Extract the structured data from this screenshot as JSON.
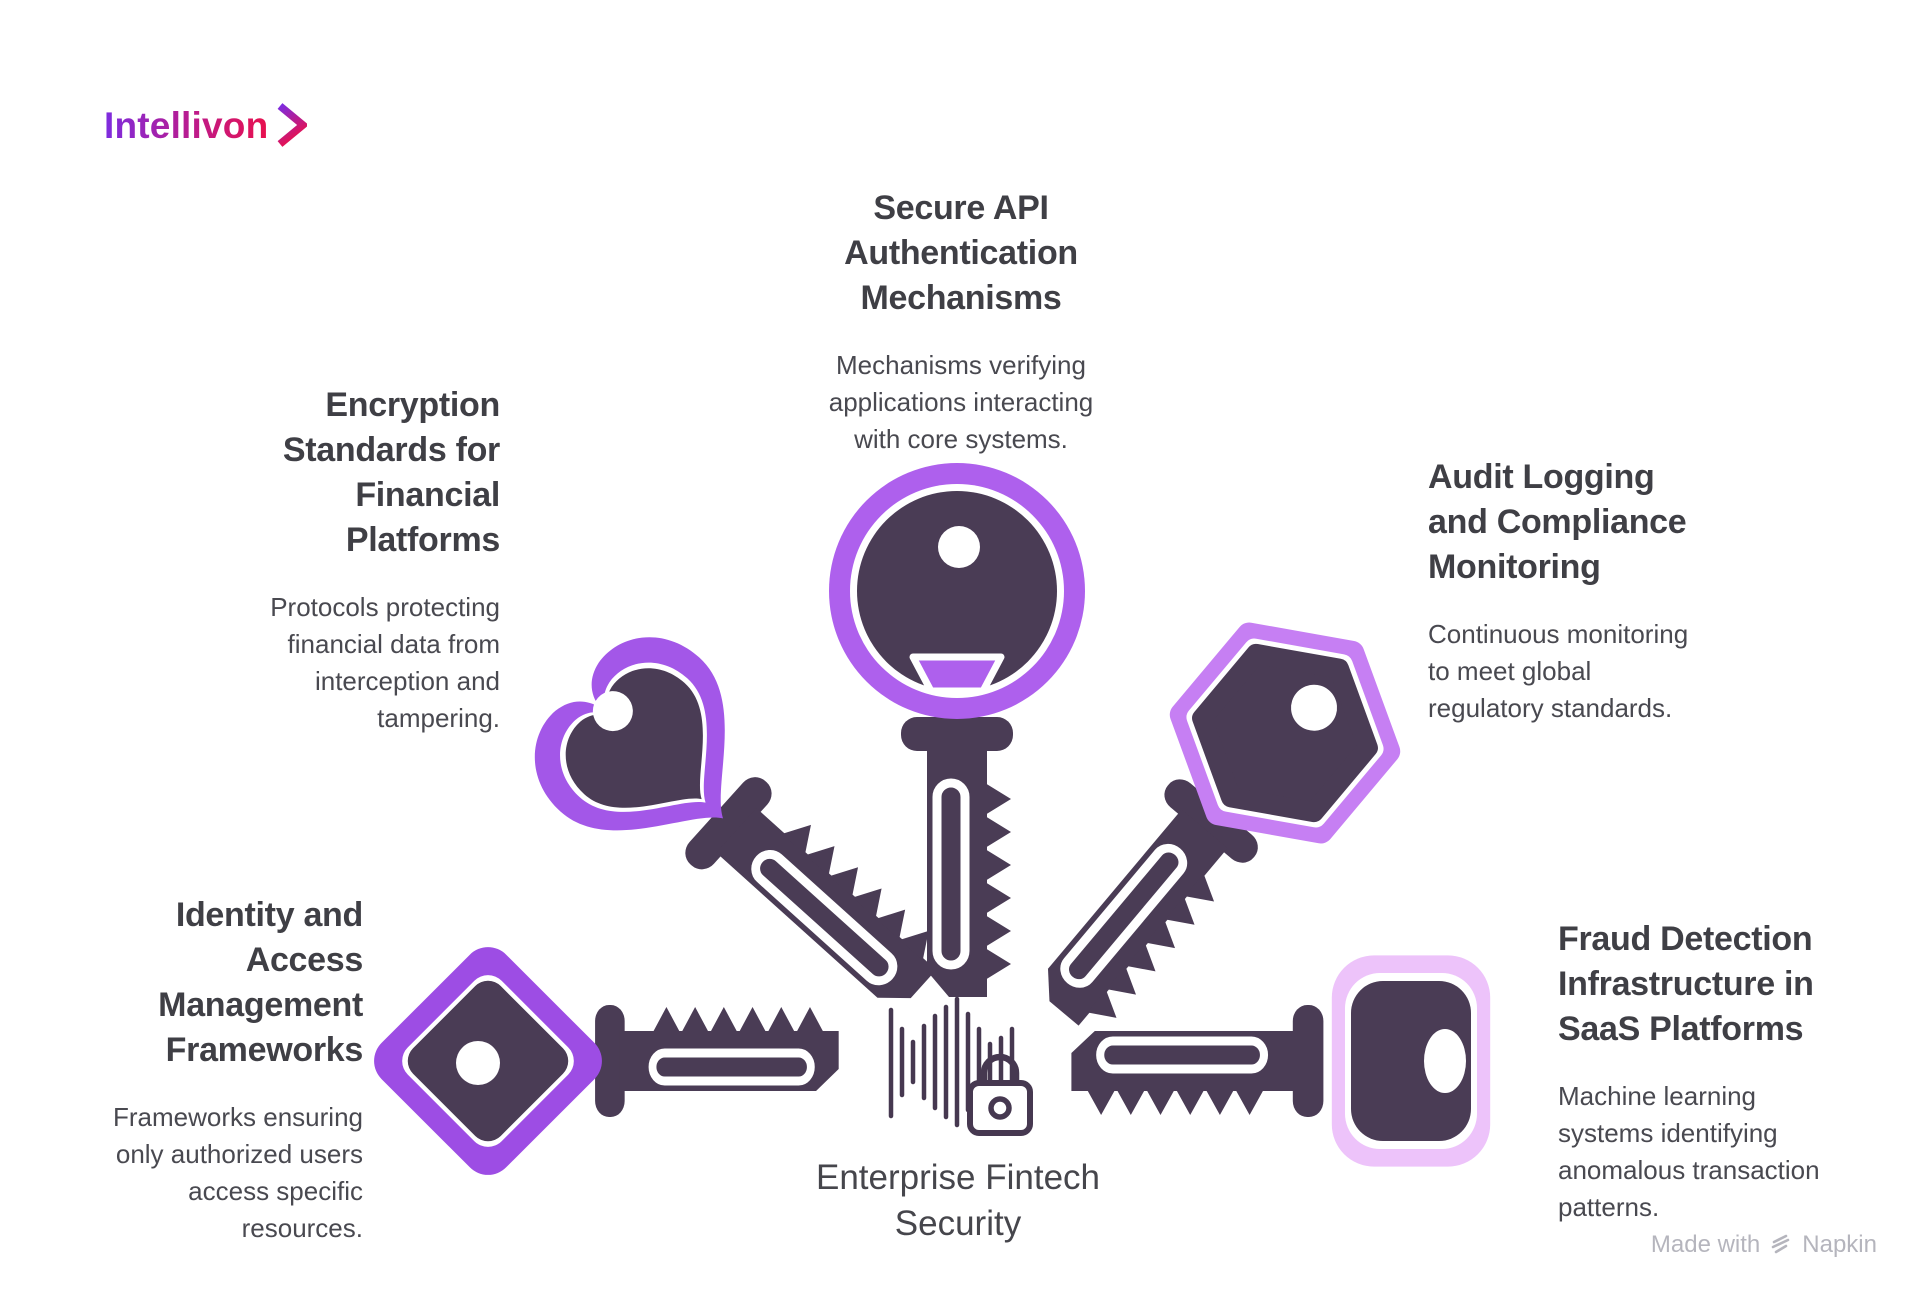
{
  "brand": {
    "name": "Intellivon"
  },
  "topics": [
    {
      "id": "encryption-standards",
      "key_shape": "heart",
      "title": "Encryption\nStandards for\nFinancial\nPlatforms",
      "description": "Protocols protecting\nfinancial data from\ninterception and\ntampering."
    },
    {
      "id": "secure-api",
      "key_shape": "round",
      "title": "Secure API\nAuthentication\nMechanisms",
      "description": "Mechanisms verifying\napplications interacting\nwith core systems."
    },
    {
      "id": "audit-logging",
      "key_shape": "hexagon",
      "title": "Audit Logging\nand Compliance\nMonitoring",
      "description": "Continuous monitoring\nto meet global\nregulatory standards."
    },
    {
      "id": "identity-access",
      "key_shape": "diamond",
      "title": "Identity and\nAccess\nManagement\nFrameworks",
      "description": "Frameworks ensuring\nonly authorized users\naccess specific\nresources."
    },
    {
      "id": "fraud-detection",
      "key_shape": "rounded-rect",
      "title": "Fraud Detection\nInfrastructure in\nSaaS Platforms",
      "description": "Machine learning\nsystems identifying\nanomalous transaction\npatterns."
    }
  ],
  "center": {
    "title": "Enterprise Fintech\nSecurity",
    "icon": "waveform-lock-icon"
  },
  "watermark": {
    "prefix": "Made with",
    "brand": "Napkin",
    "icon": "napkin-logo-icon"
  },
  "icons": {
    "brand_chevron": "chevron-right-icon",
    "key_icon": "key-icon"
  },
  "colors": {
    "background": "#ffffff",
    "title-color": "#3f3f45",
    "desc-color": "#494950",
    "center-color": "#46464c",
    "key-dark": "#4a3c55",
    "icon-dark": "#463850",
    "acc-heart": "#a357e8",
    "acc-round": "#ae60ed",
    "acc-hex": "#c67ff3",
    "acc-diamond": "#9d4de4",
    "acc-rect": "#edc3fa",
    "logo-start": "#7d2ce0",
    "logo-mid": "#c01a86",
    "logo-end": "#e8114e",
    "watermark-color": "#b5b5bd"
  }
}
